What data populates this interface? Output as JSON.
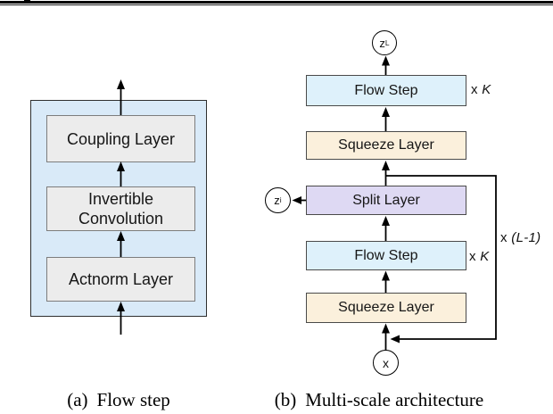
{
  "figure": {
    "left": {
      "caption_label": "(a)",
      "caption_text": "Flow step",
      "coupling": "Coupling Layer",
      "invertible": "Invertible Convolution",
      "actnorm": "Actnorm Layer"
    },
    "right": {
      "caption_label": "(b)",
      "caption_text": "Multi-scale architecture",
      "flow_step": "Flow Step",
      "squeeze": "Squeeze Layer",
      "split": "Split Layer",
      "repeat_k_prefix": "x",
      "repeat_k_var": "K",
      "repeat_l_prefix": "x",
      "repeat_l_var": "(L-1)",
      "z_final_base": "z",
      "z_final_sub": "L",
      "z_mid_base": "z",
      "z_mid_sub": "i",
      "x_input": "x"
    }
  },
  "colors": {
    "flow_step_fill": "#def1fb",
    "squeeze_fill": "#fbf0dc",
    "split_fill": "#ded9f3",
    "outer_fill": "#d9eaf8",
    "inner_fill": "#ececec"
  }
}
